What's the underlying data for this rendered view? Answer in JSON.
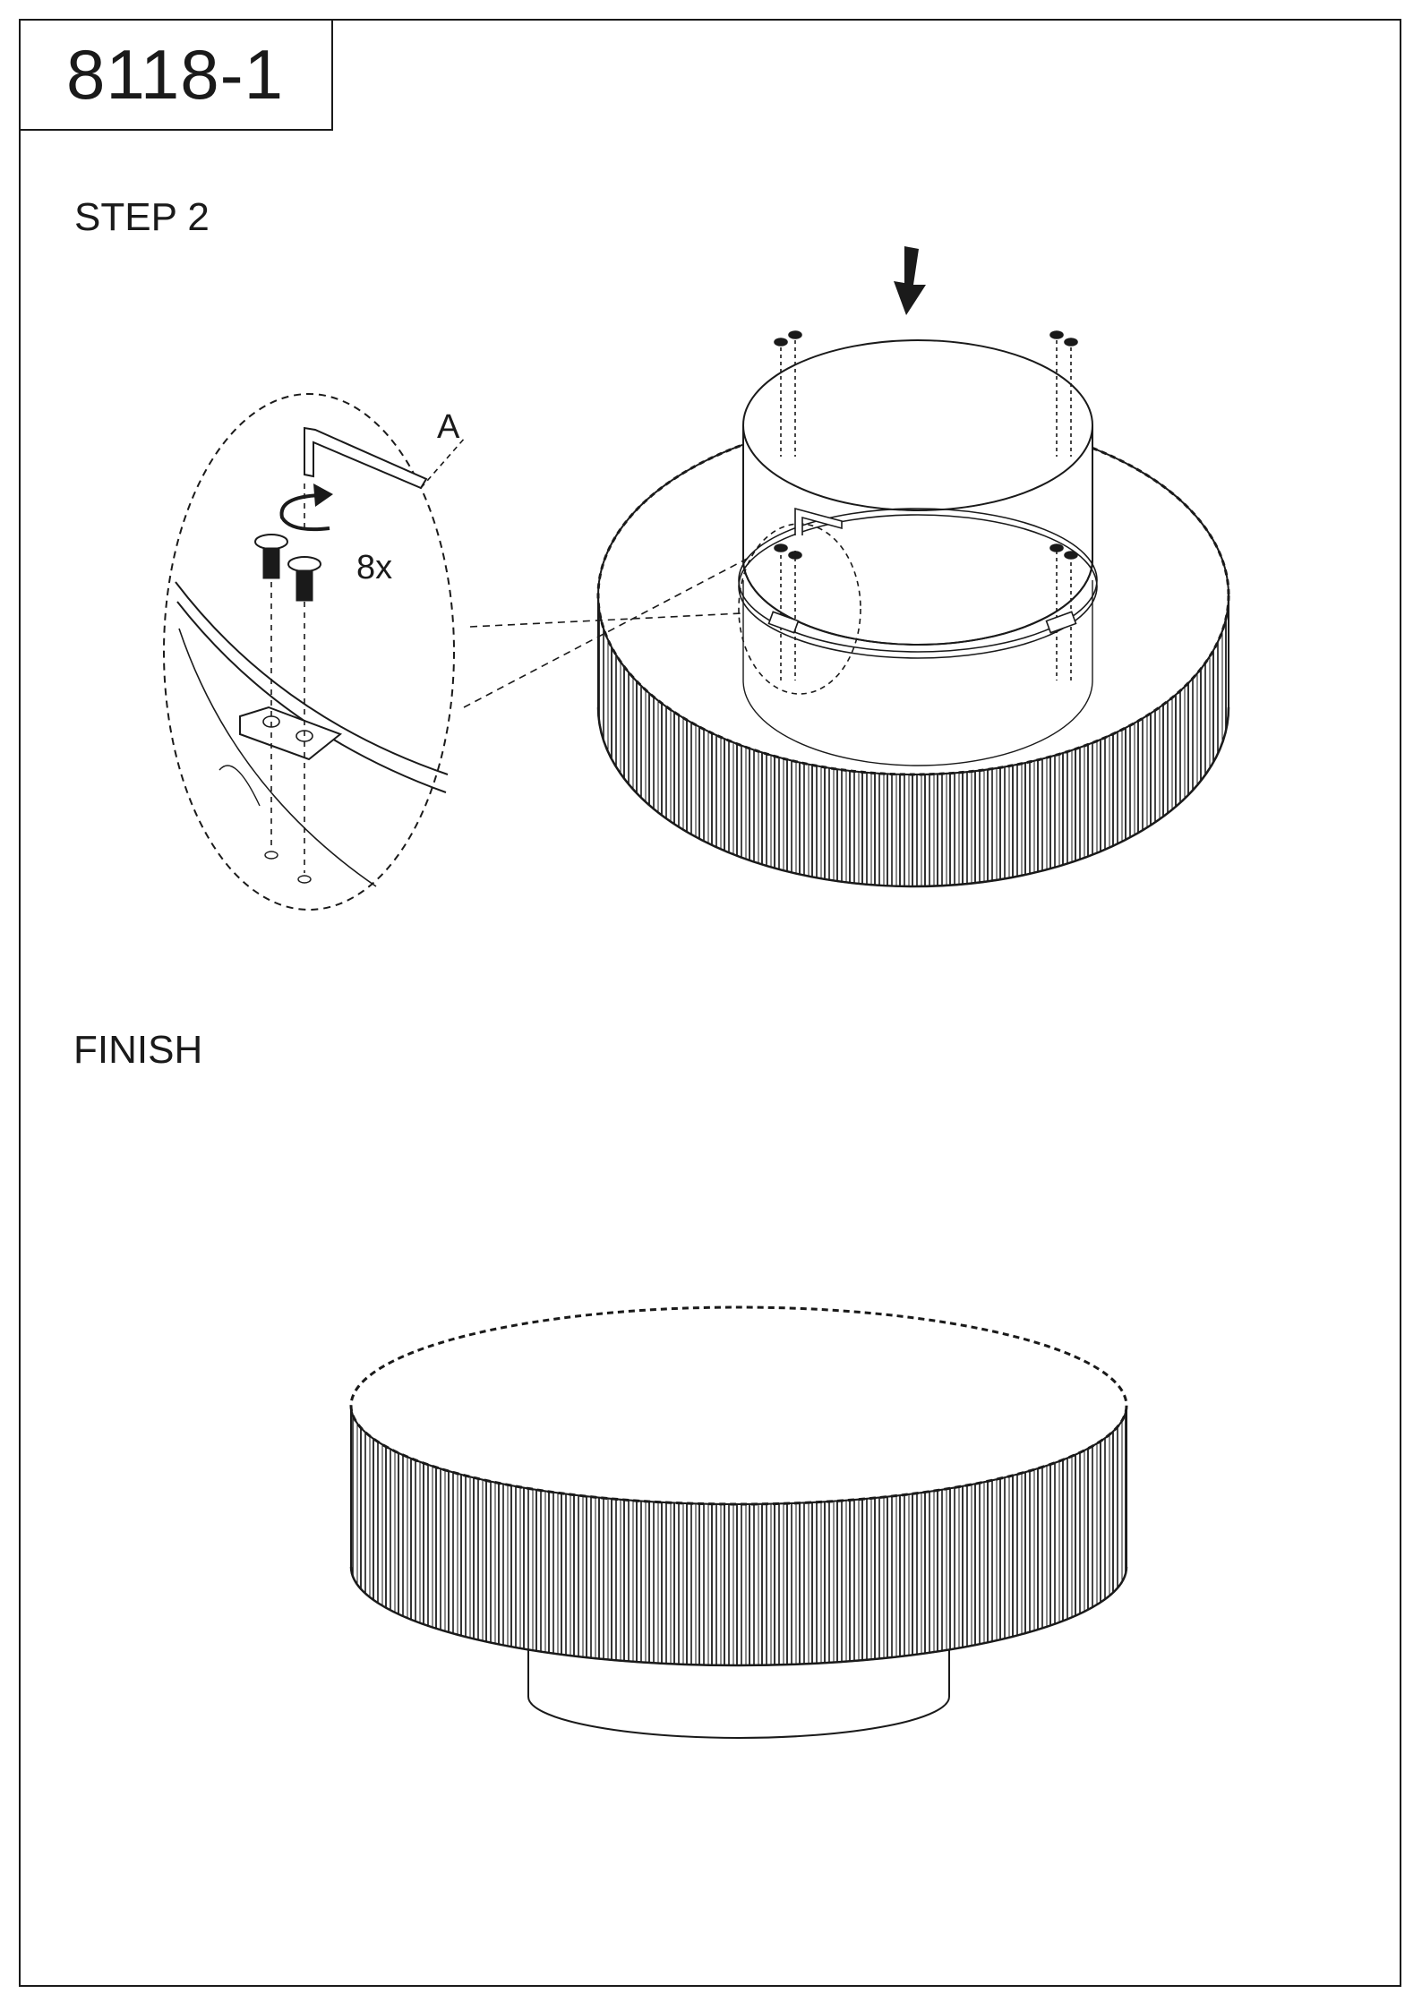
{
  "header": {
    "model_number": "8118-1"
  },
  "step": {
    "label": "STEP 2"
  },
  "detail": {
    "part_letter": "A",
    "quantity": "8x"
  },
  "finish": {
    "label": "FINISH"
  },
  "colors": {
    "line": "#1a1a1a",
    "background": "#ffffff"
  },
  "icons": [
    "down-arrow-icon",
    "hex-key-icon",
    "rotate-arrow-icon",
    "screw-icon"
  ]
}
